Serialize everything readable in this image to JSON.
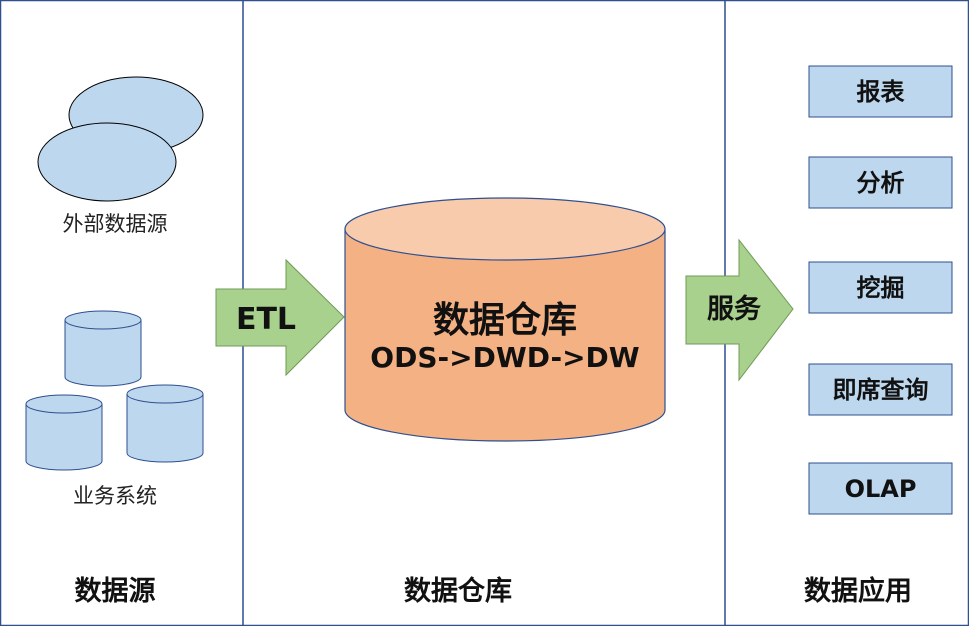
{
  "columns": {
    "source": {
      "label": "数据源"
    },
    "warehouse": {
      "label": "数据仓库"
    },
    "application": {
      "label": "数据应用"
    }
  },
  "sources": {
    "external_label": "外部数据源",
    "business_label": "业务系统"
  },
  "warehouse_cylinder": {
    "title": "数据仓库",
    "layers": "ODS->DWD->DW"
  },
  "arrows": {
    "etl": "ETL",
    "service": "服务"
  },
  "applications": [
    {
      "label": "报表"
    },
    {
      "label": "分析"
    },
    {
      "label": "挖掘"
    },
    {
      "label": "即席查询"
    },
    {
      "label": "OLAP"
    }
  ],
  "colors": {
    "border": "#2f4f8f",
    "source_fill": "#bdd7ee",
    "cylinder_body": "#f4b183",
    "cylinder_top": "#f8cbad",
    "arrow_fill": "#a9d18e",
    "app_box_fill": "#bdd7ee"
  }
}
